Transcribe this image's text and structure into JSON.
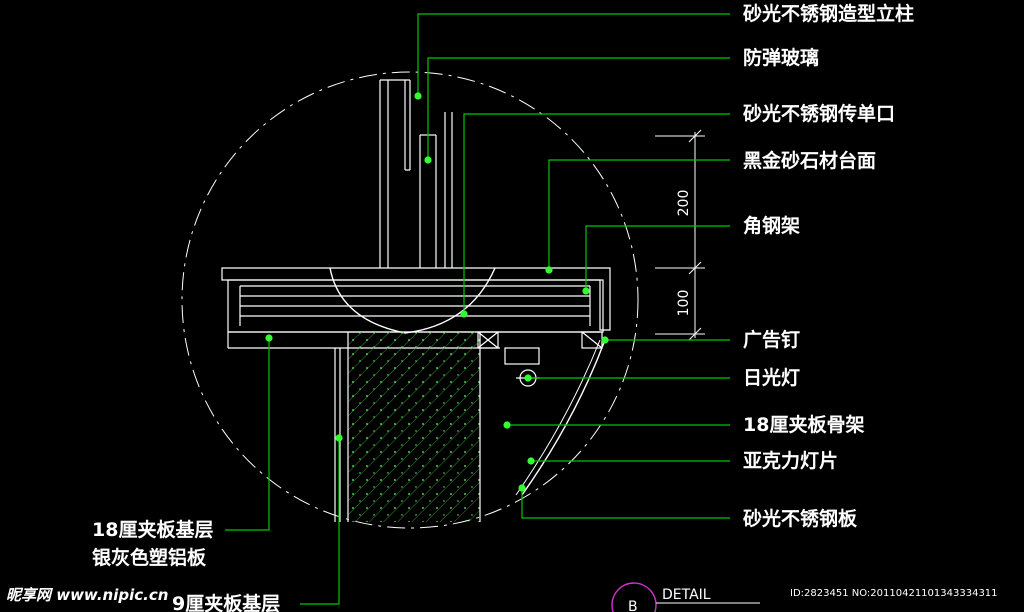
{
  "labels_right": [
    "砂光不锈钢造型立柱",
    "防弹玻璃",
    "砂光不锈钢传单口",
    "黑金砂石材台面",
    "角钢架",
    "广告钉",
    "日光灯",
    "18厘夹板骨架",
    "亚克力灯片",
    "砂光不锈钢板"
  ],
  "labels_left": [
    "18厘夹板基层",
    "银灰色塑铝板",
    "9厘夹板基层"
  ],
  "dimensions": [
    "200",
    "100"
  ],
  "detail": {
    "tag": "B",
    "title": "DETAIL"
  },
  "watermark": {
    "site": "昵享网 www.nipic.cn",
    "id": "ID:2823451 NO:20110421101343334311"
  },
  "colors": {
    "background": "#000000",
    "linework": "#ffffff",
    "leaders": "#00c800",
    "nodes": "#33ff33",
    "hatch": "#33aa33",
    "detail_circle": "#cc33cc"
  }
}
